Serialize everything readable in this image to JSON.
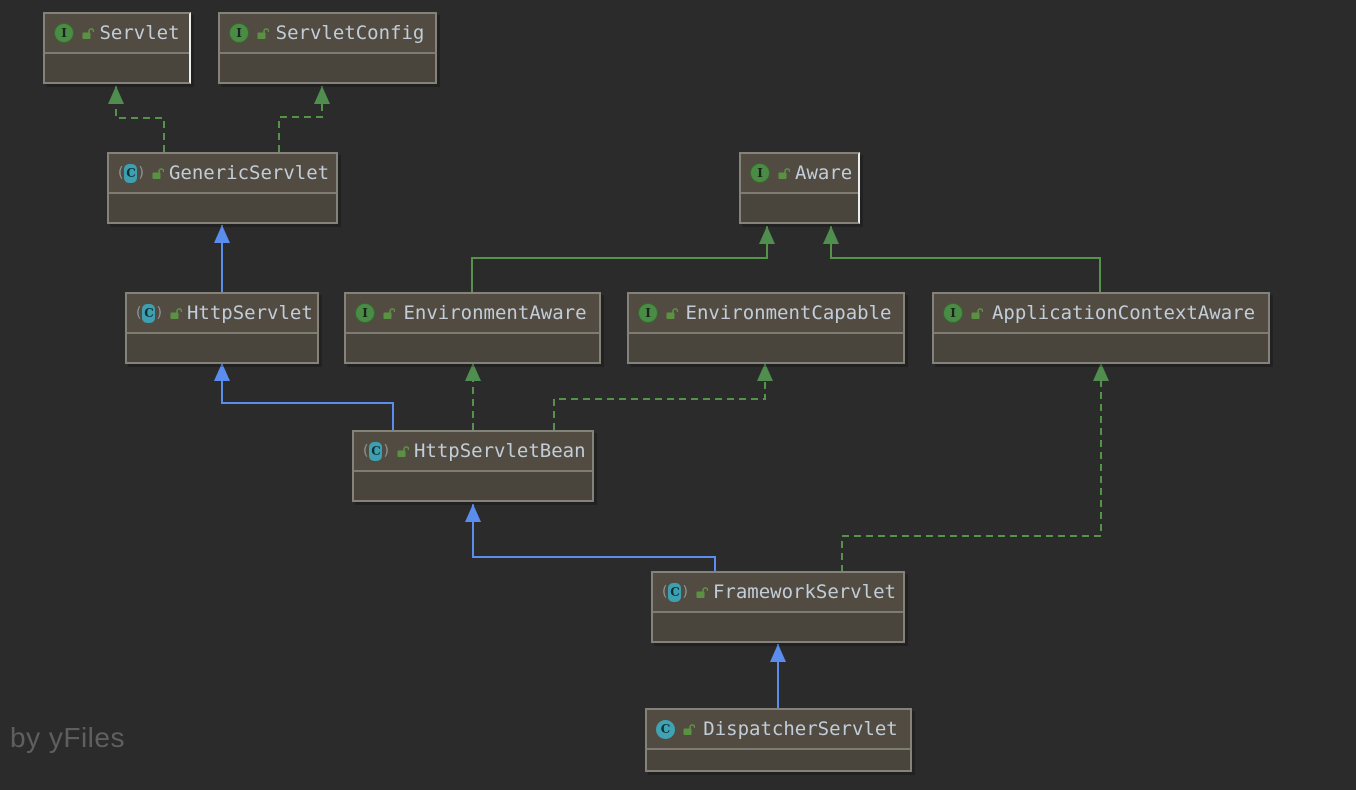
{
  "diagram": {
    "watermark": "by yFiles",
    "nodes": [
      {
        "id": "servlet",
        "name": "Servlet",
        "kind": "interface",
        "visibility": "public",
        "selected": true
      },
      {
        "id": "servletconfig",
        "name": "ServletConfig",
        "kind": "interface",
        "visibility": "public",
        "selected": false
      },
      {
        "id": "genericservlet",
        "name": "GenericServlet",
        "kind": "abstract-class",
        "visibility": "public",
        "selected": false
      },
      {
        "id": "aware",
        "name": "Aware",
        "kind": "interface",
        "visibility": "public",
        "selected": true
      },
      {
        "id": "httpservlet",
        "name": "HttpServlet",
        "kind": "abstract-class",
        "visibility": "public",
        "selected": false
      },
      {
        "id": "environmentaware",
        "name": "EnvironmentAware",
        "kind": "interface",
        "visibility": "public",
        "selected": false
      },
      {
        "id": "environmentcapable",
        "name": "EnvironmentCapable",
        "kind": "interface",
        "visibility": "public",
        "selected": false
      },
      {
        "id": "applicationcontextaware",
        "name": "ApplicationContextAware",
        "kind": "interface",
        "visibility": "public",
        "selected": false
      },
      {
        "id": "httpservletbean",
        "name": "HttpServletBean",
        "kind": "abstract-class",
        "visibility": "public",
        "selected": false
      },
      {
        "id": "frameworkservlet",
        "name": "FrameworkServlet",
        "kind": "abstract-class",
        "visibility": "public",
        "selected": false
      },
      {
        "id": "dispatcherservlet",
        "name": "DispatcherServlet",
        "kind": "class",
        "visibility": "public",
        "selected": false
      }
    ],
    "edges": [
      {
        "from": "GenericServlet",
        "to": "Servlet",
        "type": "implements",
        "style": "green-dashed"
      },
      {
        "from": "GenericServlet",
        "to": "ServletConfig",
        "type": "implements",
        "style": "green-dashed"
      },
      {
        "from": "HttpServlet",
        "to": "GenericServlet",
        "type": "extends",
        "style": "blue-solid"
      },
      {
        "from": "EnvironmentAware",
        "to": "Aware",
        "type": "extends",
        "style": "green-solid"
      },
      {
        "from": "ApplicationContextAware",
        "to": "Aware",
        "type": "extends",
        "style": "green-solid"
      },
      {
        "from": "HttpServletBean",
        "to": "HttpServlet",
        "type": "extends",
        "style": "blue-solid"
      },
      {
        "from": "HttpServletBean",
        "to": "EnvironmentAware",
        "type": "implements",
        "style": "green-dashed"
      },
      {
        "from": "HttpServletBean",
        "to": "EnvironmentCapable",
        "type": "implements",
        "style": "green-dashed"
      },
      {
        "from": "FrameworkServlet",
        "to": "HttpServletBean",
        "type": "extends",
        "style": "blue-solid"
      },
      {
        "from": "FrameworkServlet",
        "to": "ApplicationContextAware",
        "type": "implements",
        "style": "green-dashed"
      },
      {
        "from": "DispatcherServlet",
        "to": "FrameworkServlet",
        "type": "extends",
        "style": "blue-solid"
      }
    ],
    "colors": {
      "background": "#2b2b2b",
      "node_title_fill": "#514b41",
      "node_body_fill": "#4a453c",
      "node_border": "#84827a",
      "node_text": "#c2cdd9",
      "extends_arrow": "#5b8def",
      "interface_arrow": "#55924a",
      "interface_icon": "#4a8c46",
      "class_icon": "#3fa3b4",
      "watermark_text": "#5f5f5f"
    }
  }
}
